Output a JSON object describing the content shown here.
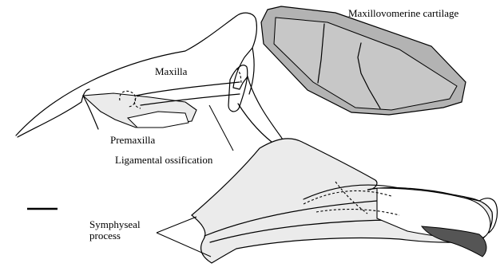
{
  "labels": {
    "maxillovomerine_cartilage": "Maxillovomerine cartilage",
    "maxilla": "Maxilla",
    "premaxilla": "Premaxilla",
    "ligamental_ossification": "Ligamental ossification",
    "symphyseal_line1": "Symphyseal",
    "symphyseal_line2": "process"
  },
  "colors": {
    "cartilage_fill": "#b3b3b3",
    "bone_fill_light": "#ebebeb",
    "dark_element": "#555555",
    "line": "#000000"
  }
}
